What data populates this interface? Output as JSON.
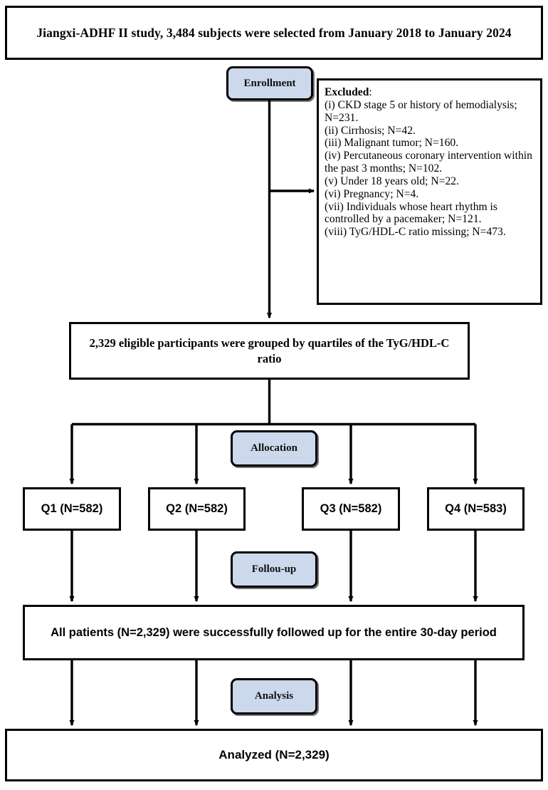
{
  "diagram": {
    "type": "flowchart",
    "title_box": {
      "text": "Jiangxi-ADHF  II study, 3,484 subjects were selected from January 2018 to January 2024"
    },
    "stages": {
      "enrollment": "Enrollment",
      "allocation": "Allocation",
      "followup": "Follou-up",
      "analysis": "Analysis"
    },
    "excluded": {
      "heading": "Excluded",
      "heading_colon": ":",
      "items": [
        "(i) CKD stage 5 or history of hemodialysis; N=231.",
        "(ii) Cirrhosis; N=42.",
        "(iii) Malignant tumor; N=160.",
        "(iv) Percutaneous coronary intervention within the past 3 months; N=102.",
        "(v) Under 18 years old; N=22.",
        "(vi) Pregnancy; N=4.",
        "(vii) Individuals whose heart rhythm is controlled by a pacemaker; N=121.",
        "(viii) TyG/HDL-C ratio missing; N=473."
      ]
    },
    "eligible_box": {
      "text": "2,329 eligible participants were grouped by quartiles of the TyG/HDL-C ratio"
    },
    "quartiles": [
      {
        "label": "Q1 (N=582)"
      },
      {
        "label": "Q2 (N=582)"
      },
      {
        "label": "Q3 (N=582)"
      },
      {
        "label": "Q4 (N=583)"
      }
    ],
    "followup_box": {
      "text": "All patients (N=2,329) were successfully followed up for the entire 30-day period"
    },
    "analyzed_box": {
      "text": "Analyzed (N=2,329)"
    },
    "colors": {
      "stage_fill": "#ccd9ec",
      "stroke": "#000000",
      "background": "#ffffff"
    }
  }
}
